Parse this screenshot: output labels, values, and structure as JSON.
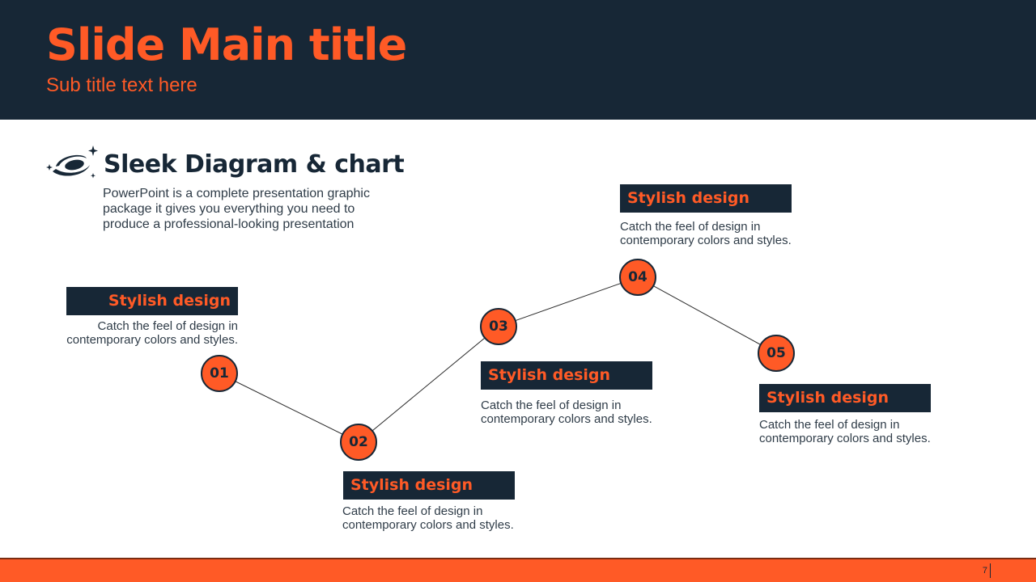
{
  "header": {
    "title": "Slide Main title",
    "subtitle": "Sub title text here"
  },
  "section": {
    "icon": "swoosh-star-icon",
    "title": "Sleek Diagram & chart",
    "description": "PowerPoint is a complete presentation graphic package it gives you everything you need to produce a professional-looking presentation"
  },
  "steps": [
    {
      "number": "01",
      "title": "Stylish design",
      "text": "Catch the feel of design in contemporary colors and styles."
    },
    {
      "number": "02",
      "title": "Stylish design",
      "text": "Catch the feel of design in contemporary colors and styles."
    },
    {
      "number": "03",
      "title": "Stylish design",
      "text": "Catch the feel of design in contemporary colors and styles."
    },
    {
      "number": "04",
      "title": "Stylish design",
      "text": "Catch the feel of design in contemporary colors and styles."
    },
    {
      "number": "05",
      "title": "Stylish design",
      "text": "Catch the feel of design in contemporary colors and styles."
    }
  ],
  "footer": {
    "page_number": "7"
  },
  "colors": {
    "navy": "#172736",
    "accent": "#ff5a26",
    "text": "#2f3c48"
  }
}
